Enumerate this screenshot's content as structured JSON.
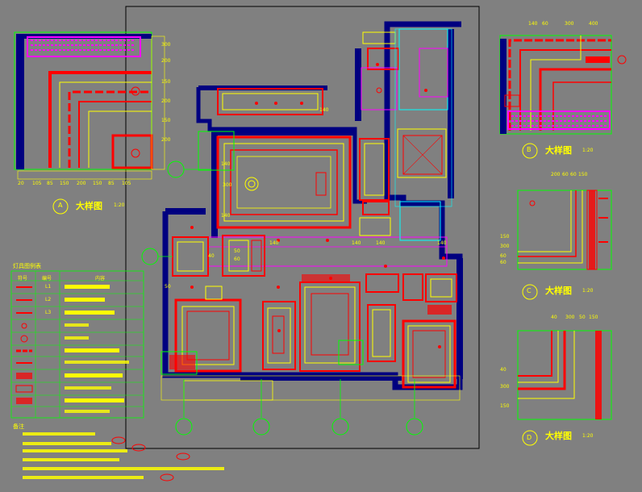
{
  "colors": {
    "background": "#808080",
    "wall": "#000080",
    "red": "#ff0000",
    "yellow": "#ffff00",
    "green": "#00ff00",
    "magenta": "#ff00ff",
    "cyan": "#00ffff",
    "white": "#ffffff"
  },
  "detail_a": {
    "title": "大样图",
    "tag": "A",
    "scale": "1:20",
    "dims_bottom": [
      "20",
      "105",
      "85",
      "150",
      "200",
      "150",
      "85",
      "105"
    ],
    "dims_right": [
      "300",
      "200",
      "150",
      "200",
      "150",
      "200"
    ]
  },
  "detail_b": {
    "title": "大样图",
    "tag": "B",
    "scale": "1:20",
    "dims_top": [
      "140",
      "60",
      "300",
      "400"
    ]
  },
  "detail_c": {
    "title": "大样图",
    "tag": "C",
    "scale": "1:20",
    "dims_top": [
      "200",
      "60",
      "60",
      "150"
    ],
    "dims_left": [
      "150",
      "300",
      "60",
      "60"
    ]
  },
  "detail_d": {
    "title": "大样图",
    "tag": "D",
    "scale": "1:20",
    "dims_top": [
      "40",
      "300",
      "50",
      "150"
    ],
    "dims_left": [
      "150",
      "300",
      "40"
    ]
  },
  "legend": {
    "title": "灯具图例表",
    "headers": [
      "符号",
      "编号",
      "内容"
    ],
    "rows": [
      {
        "code": "L1"
      },
      {
        "code": "L2"
      },
      {
        "code": "L3"
      },
      {
        "code": ""
      },
      {
        "code": ""
      },
      {
        "code": ""
      },
      {
        "code": ""
      },
      {
        "code": ""
      },
      {
        "code": ""
      },
      {
        "code": ""
      }
    ]
  },
  "notes": {
    "title": "备注"
  },
  "plan_dims": [
    "50",
    "140",
    "300",
    "60",
    "50",
    "40",
    "140",
    "140",
    "140",
    "140",
    "140",
    "140"
  ]
}
